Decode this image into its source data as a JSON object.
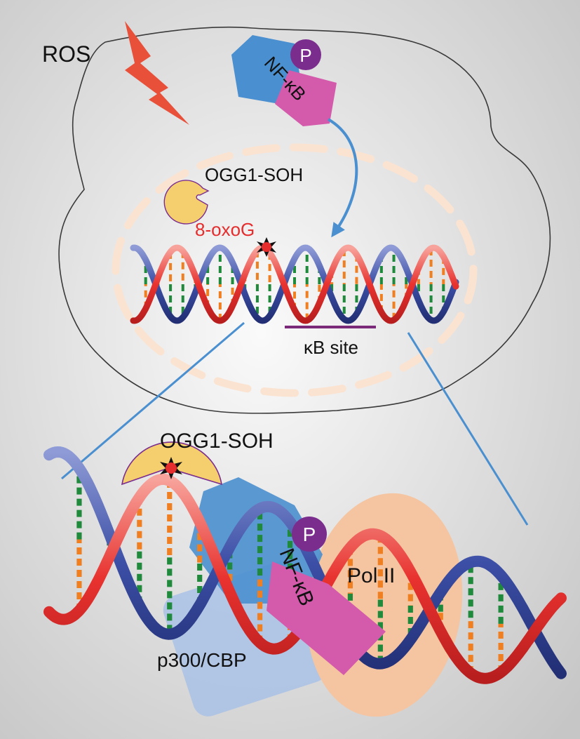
{
  "labels": {
    "ros": "ROS",
    "phospho_top": "P",
    "nfkb_top": "NF-κB",
    "ogg1_top": "OGG1-SOH",
    "oxog": "8-oxoG",
    "kb_site": "κB site",
    "ogg1_bottom": "OGG1-SOH",
    "phospho_bottom": "P",
    "nfkb_bottom": "NF-κB",
    "pol2": "Pol II",
    "p300": "p300/CBP"
  },
  "colors": {
    "background_light": "#fafafa",
    "background_dark": "#c6c6c6",
    "ros_bolt": "#e8503a",
    "nfkb_blue": "#4a8fcf",
    "nfkb_pink": "#d45bab",
    "phospho_purple": "#7b2d8e",
    "ogg1_yellow": "#f5cf6e",
    "oxog_red": "#e52d2d",
    "dna_red": "#e8322f",
    "dna_blue": "#3c4fa6",
    "base_orange": "#f07f21",
    "base_green": "#1f8a3b",
    "kb_site_bar": "#7a2a78",
    "arrow_blue": "#4a8fcf",
    "pol2_peach": "#f5c4a0",
    "p300_blue": "#a9c1e6",
    "nucleus_dash": "#fbe3d2"
  },
  "icons": [
    "lightning-bolt-icon",
    "phospho-icon",
    "lesion-star-icon"
  ]
}
